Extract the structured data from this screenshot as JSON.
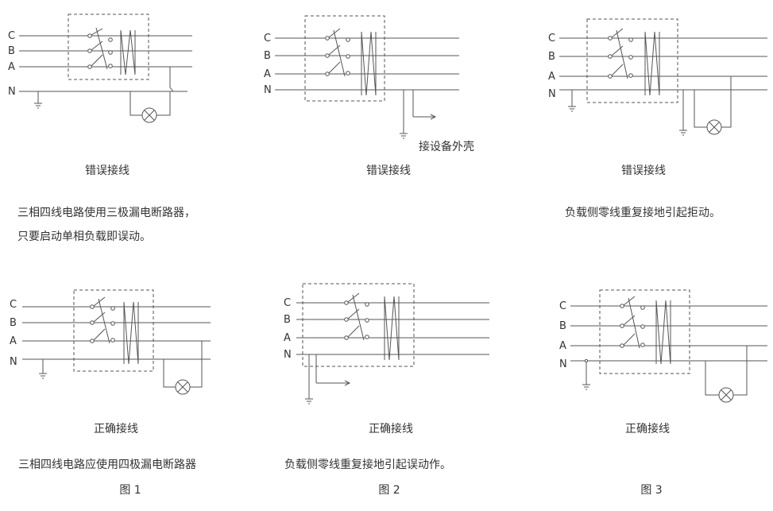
{
  "phase_labels": {
    "c": "C",
    "b": "B",
    "a": "A",
    "n": "N"
  },
  "panels": [
    {
      "caption": "错误接线"
    },
    {
      "caption": "错误接线",
      "note": "接设备外壳"
    },
    {
      "caption": "错误接线"
    },
    {
      "caption": "正确接线"
    },
    {
      "caption": "正确接线"
    },
    {
      "caption": "正确接线"
    }
  ],
  "descriptions": {
    "fig1_wrong_line1": "三相四线电路使用三极漏电断路器，",
    "fig1_wrong_line2": "只要启动单相负载即误动。",
    "fig3_wrong": "负载侧零线重复接地引起拒动。",
    "fig1_right": "三相四线电路应使用四极漏电断路器",
    "fig2_right": "负载侧零线重复接地引起误动作。"
  },
  "figure_labels": [
    "图 1",
    "图 2",
    "图 3"
  ]
}
